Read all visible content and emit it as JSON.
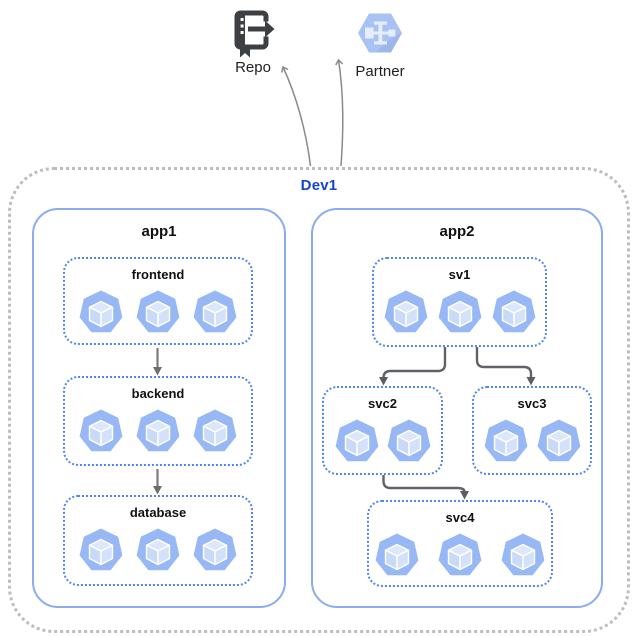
{
  "diagram": {
    "external_nodes": [
      {
        "id": "repo",
        "label": "Repo",
        "icon": "source-repo-icon"
      },
      {
        "id": "partner",
        "label": "Partner",
        "icon": "partner-hexagon-icon"
      }
    ],
    "boundary": {
      "label": "Dev1"
    },
    "apps": [
      {
        "label": "app1",
        "services": [
          {
            "label": "frontend",
            "pods": 3
          },
          {
            "label": "backend",
            "pods": 3
          },
          {
            "label": "database",
            "pods": 3
          }
        ]
      },
      {
        "label": "app2",
        "services": [
          {
            "label": "sv1",
            "pods": 3
          },
          {
            "label": "svc2",
            "pods": 2
          },
          {
            "label": "svc3",
            "pods": 2
          },
          {
            "label": "svc4",
            "pods": 3
          }
        ]
      }
    ],
    "edges": [
      {
        "from": "frontend",
        "to": "backend",
        "style": "straight"
      },
      {
        "from": "backend",
        "to": "database",
        "style": "straight"
      },
      {
        "from": "sv1",
        "to": "svc2",
        "style": "elbow"
      },
      {
        "from": "sv1",
        "to": "svc3",
        "style": "elbow"
      },
      {
        "from": "svc2",
        "to": "svc4",
        "style": "elbow"
      },
      {
        "from": "Dev1",
        "to": "Repo",
        "style": "curved"
      },
      {
        "from": "Dev1",
        "to": "Partner",
        "style": "curved"
      }
    ],
    "colors": {
      "boundary_border": "#bdbdbd",
      "boundary_label": "#1543d1",
      "app_border": "#8aacec",
      "service_border": "#4f86f0",
      "pod_heptagon": "#97b8f4",
      "pod_cube_top": "#dce7fc",
      "pod_cube_left": "#c9daf9",
      "pod_cube_right": "#d3e1fb",
      "arrow_gray": "#6e6e6e",
      "arrow_dark": "#5a5e62",
      "repo_icon": "#3c4043",
      "partner_hexagon": "#a9c2f4",
      "label_text": "#111111"
    }
  }
}
